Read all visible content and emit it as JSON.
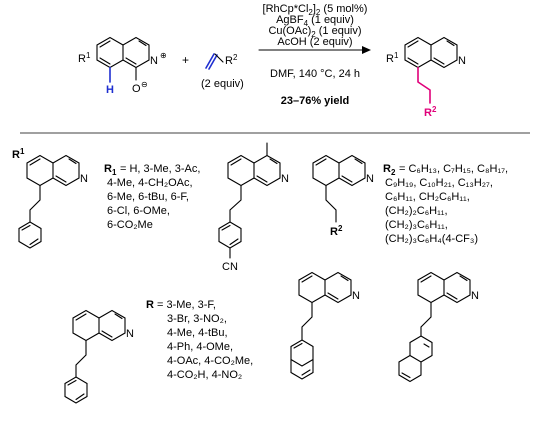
{
  "conditions": {
    "catalyst_pre": "[RhCp*Cl",
    "catalyst_sub1": "2",
    "catalyst_mid": "]",
    "catalyst_sub2": "2",
    "catalyst_post": " (5 mol%)",
    "additive1_pre": "AgBF",
    "additive1_sub": "4",
    "additive1_post": " (1 equiv)",
    "oxidant_pre": "Cu(OAc)",
    "oxidant_sub": "2",
    "oxidant_post": " (1 equiv)",
    "acid": "AcOH (2 equiv)",
    "solvent_temp_time": "DMF, 140 °C, 24 h",
    "yield": "23–76% yield"
  },
  "reactants": {
    "plus": "+",
    "alkene_equiv": "(2 equiv)",
    "r1_label": "R",
    "r1_sup": "1",
    "r2_label": "R",
    "r2_sup": "2",
    "h_label": "H",
    "n_label": "N",
    "o_label": "O",
    "plus_charge": "⊕",
    "minus_charge": "⊖"
  },
  "product": {
    "r1_label": "R",
    "r1_sup": "1",
    "n_label": "N",
    "r2_label": "R",
    "r2_sup": "2"
  },
  "scope": {
    "group1": {
      "label": "R",
      "sub": "1",
      "lines": [
        "= H, 3-Me, 3-Ac,",
        "4-Me, 4-CH₂OAc,",
        "6-Me, 6-tBu, 6-F,",
        "6-Cl, 6-OMe,",
        "6-CO₂Me"
      ]
    },
    "cn_compound": {
      "cn_label": "CN",
      "n_label": "N"
    },
    "group2": {
      "label": "R",
      "sub": "2",
      "lines": [
        "= C₆H₁₃, C₇H₁₅, C₈H₁₇,",
        "C₉H₁₉, C₁₀H₂₁, C₁₃H₂₇,",
        "C₆H₁₁, CH₂C₆H₁₁,",
        "(CH₂)₂C₆H₁₁,",
        "(CH₂)₃C₆H₁₁,",
        "(CH₂)₃C₆H₄(4-CF₃)"
      ]
    },
    "group3": {
      "label": "R",
      "lines": [
        "= 3-Me, 3-F,",
        "3-Br, 3-NO₂,",
        "4-Me, 4-tBu,",
        "4-Ph, 4-OMe,",
        "4-OAc, 4-CO₂Me,",
        "4-CO₂H, 4-NO₂"
      ]
    }
  },
  "colors": {
    "alkene": "#1f2fd0",
    "product_chain": "#e0007a",
    "h_label": "#1f2fd0",
    "r2_product": "#e0007a"
  }
}
